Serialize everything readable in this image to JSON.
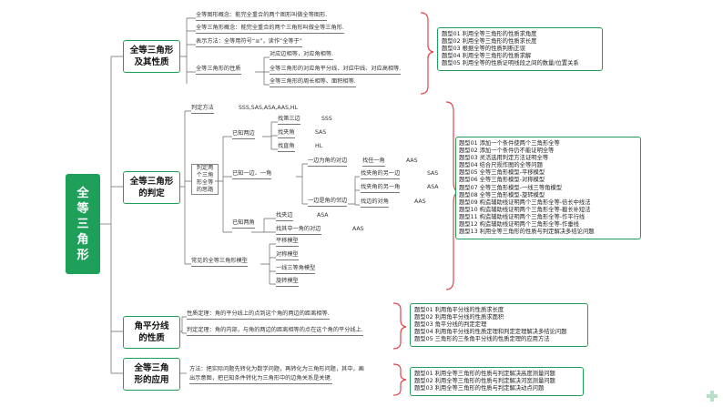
{
  "root": {
    "label": "全等三角形"
  },
  "branches": {
    "properties": {
      "title": "全等三角形\n及其性质",
      "items": {
        "concept1": "全等图形概念：能完全重合的两个图形叫做全等图形.",
        "concept2": "全等三角形概念：能完全重合的两个三角形叫做全等三角形.",
        "notation": "表示方法：全等用符号“≅”，读作“全等于”",
        "properties_label": "全等三角形的性质",
        "prop1": "对应边相等，对应角相等.",
        "prop2": "全等三角形的对应角平分线、对应中线、对应高相等.",
        "prop3": "全等三角形的周长相等、面积相等."
      },
      "question_types": [
        "题型01 利用全等三角形的性质求角度",
        "题型02 利用全等三角形的性质求长度",
        "题型03 根据全等的性质判断正误",
        "题型04 利用全等三角形的性质求解",
        "题型05 利用全等的性质证明线段之间的数量/位置关系"
      ]
    },
    "criteria": {
      "title": "全等三角形\n的判定",
      "methods_label": "判定方法",
      "methods_value": "SSS,SAS,ASA,AAS,HL",
      "thinking_label": "判定两个三角形全等的思路",
      "two_sides_label": "已知两边",
      "two_sides": [
        {
          "label": "找第三边",
          "value": "SSS"
        },
        {
          "label": "找夹角",
          "value": "SAS"
        },
        {
          "label": "找直角",
          "value": "HL"
        }
      ],
      "side_angle_label": "已知一边、一角",
      "side_opposite_label": "一边为角的对边",
      "side_opposite": [
        {
          "label": "找任一角",
          "value": "AAS"
        }
      ],
      "side_adjacent_label": "一边是角的邻边",
      "side_adjacent": [
        {
          "label": "找夹角的另一边",
          "value": "SAS"
        },
        {
          "label": "找夹角的另一角",
          "value": "ASA"
        },
        {
          "label": "找边的对角",
          "value": "AAS"
        }
      ],
      "two_angles_label": "已知两角",
      "two_angles": [
        {
          "label": "找夹边",
          "value": "ASA"
        },
        {
          "label": "找其中一角的对边",
          "value": "AAS"
        }
      ],
      "models_label": "常见的全等三角形模型",
      "models": [
        "平移模型",
        "对称模型",
        "一线三等角模型",
        "旋转模型"
      ],
      "question_types": [
        "题型01 添加一个条件使两个三角形全等",
        "题型02 添加一个条件仍不能证明全等",
        "题型03 灵活选用判定方法证明全等",
        "题型04 结合尺规作图的全等问题",
        "题型05 全等三角形模型-平移模型",
        "题型06 全等三角形模型-对称模型",
        "题型07 全等三角形模型-一线三等角模型",
        "题型08 全等三角形模型-旋转模型",
        "题型09 构造辅助线证明两个三角形全等-倍长中线法",
        "题型10 构造辅助线证明两个三角形全等-截长补短法",
        "题型11 构造辅助线证明两个三角形全等-作平行线",
        "题型12 构造辅助线证明两个三角形全等-作垂线",
        "题型13 利用全等三角形的性质与判定解决多结论问题"
      ]
    },
    "bisector": {
      "title": "角平分线\n的性质",
      "property": "性质定理：角的平分线上的点到这个角的两边的距离相等.",
      "converse": "判定定理：角的内部，与角的两边的距离相等的点在这个角的平分线上.",
      "question_types": [
        "题型01 利用角平分线的性质求长度",
        "题型02 利用角平分线的性质求面积",
        "题型03 角平分线的判定定理",
        "题型04 利用角平分线的性质定理和判定定理解决多结论问题",
        "题型05 三角形的三条角平分线的性质定理的应用方法"
      ]
    },
    "application": {
      "title": "全等三角\n形的应用",
      "method_line1": "方法：把实际问题先转化为数学问题，再转化为三角形问题，其中，画",
      "method_line2": "出示意图，把已知条件转化为三角形中的边角关系是关键.",
      "question_types": [
        "题型01 利用全等三角形的性质与判定解决高度测量问题",
        "题型02 利用全等三角形的性质与判定解决河宽测量问题",
        "题型03 利用全等三角形的性质与判定解决动点问题"
      ]
    }
  },
  "colors": {
    "accent": "#1fa05a",
    "line": "#666666",
    "bracket": "#e0474c"
  }
}
